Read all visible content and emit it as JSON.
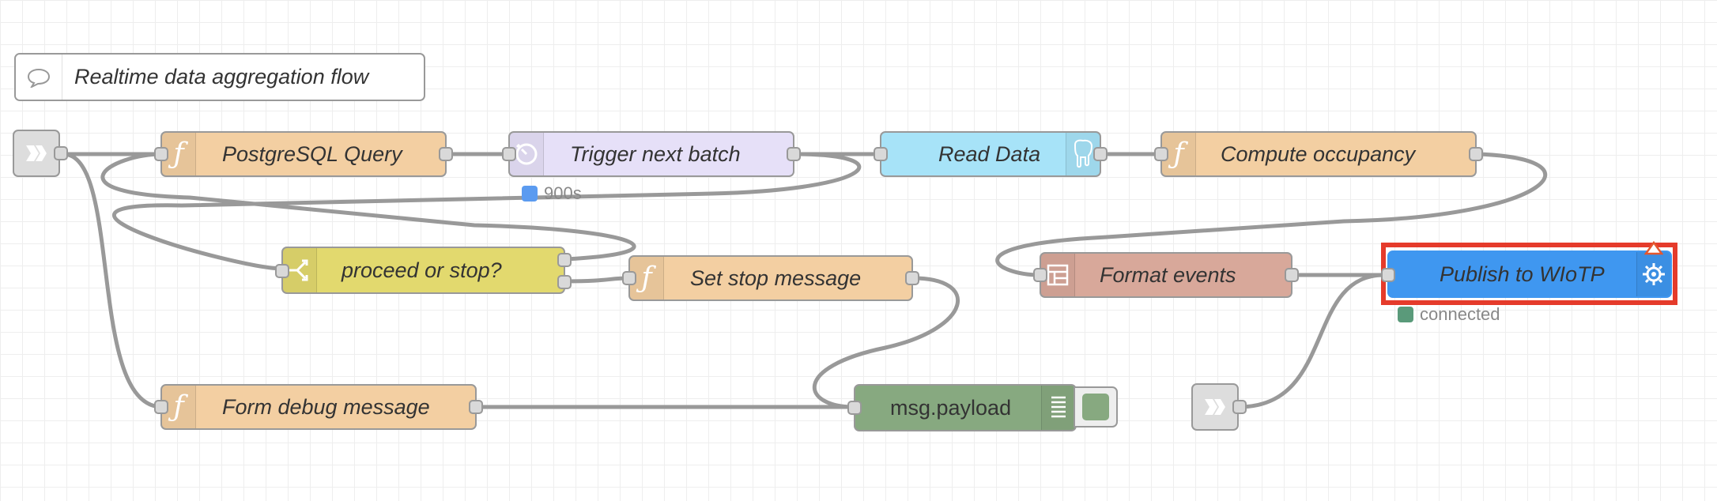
{
  "comment": {
    "text": "Realtime data aggregation flow"
  },
  "nodes": {
    "postgres_query": {
      "label": "PostgreSQL Query"
    },
    "trigger_next_batch": {
      "label": "Trigger next batch",
      "status": "900s"
    },
    "read_data": {
      "label": "Read Data"
    },
    "compute_occupancy": {
      "label": "Compute occupancy"
    },
    "proceed_or_stop": {
      "label": "proceed or stop?"
    },
    "set_stop_message": {
      "label": "Set stop message"
    },
    "format_events": {
      "label": "Format events"
    },
    "publish_wiotp": {
      "label": "Publish to WIoTP",
      "status": "connected"
    },
    "form_debug_message": {
      "label": "Form debug message"
    },
    "debug_payload": {
      "label": "msg.payload"
    }
  },
  "icons": {
    "comment": "speech-bubble-icon",
    "link_in": "link-in-icon",
    "function": "function-icon",
    "trigger": "timer-icon",
    "database": "postgres-elephant-icon",
    "switch": "switch-icon",
    "template": "template-icon",
    "wiotp": "iot-chip-icon",
    "debug": "debug-list-icon"
  },
  "colors": {
    "function": "#f3cfa2",
    "trigger": "#e6e0f8",
    "database": "#a7e3f8",
    "switch": "#e2d96e",
    "template": "#d8a89a",
    "wiotp": "#3f97f0",
    "debug": "#87a980",
    "link": "#dddddd",
    "wire": "#999999",
    "selection": "#e53b2b",
    "status_blue": "#5b9bf0",
    "status_green": "#5a9a7a",
    "warning": "#e4572e"
  }
}
